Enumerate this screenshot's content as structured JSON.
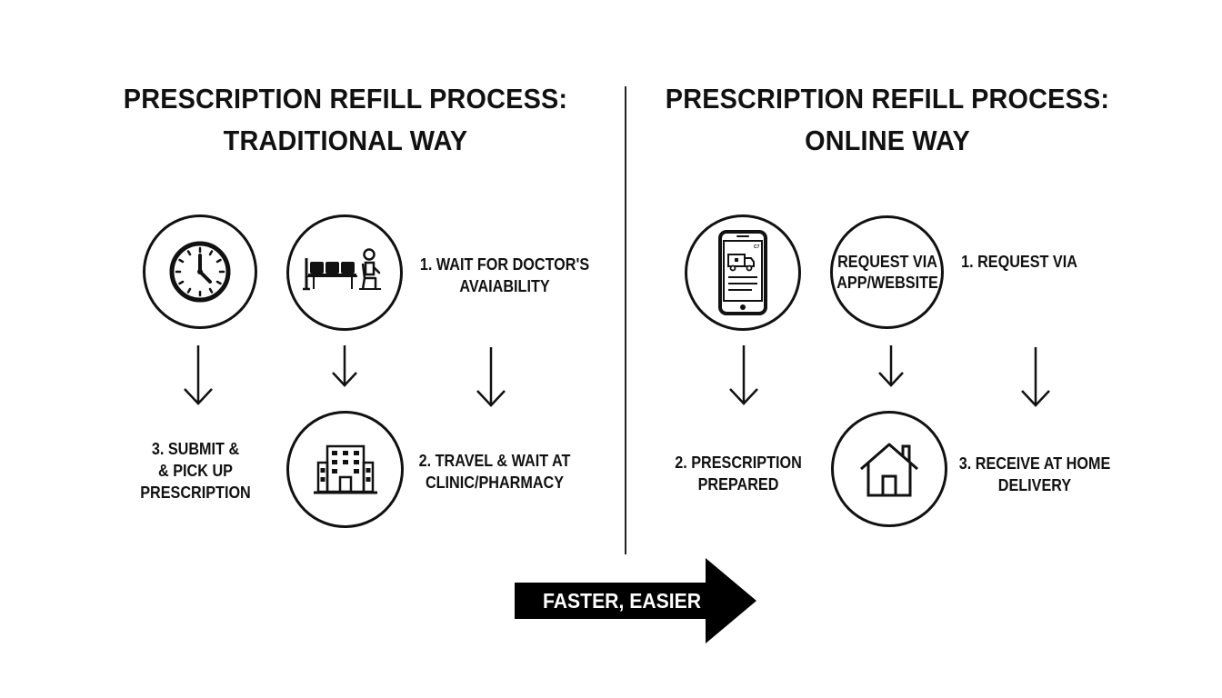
{
  "left": {
    "title_line1": "PRESCRIPTION REFILL PROCESS:",
    "title_line2": "TRADITIONAL WAY",
    "step1_line1": "1. WAIT FOR DOCTOR'S",
    "step1_line2": "AVAIABILITY",
    "step2_line1": "2. TRAVEL & WAIT AT",
    "step2_line2": "CLINIC/PHARMACY",
    "step3_line1": "3. SUBMIT &",
    "step3_line2": "& PICK UP",
    "step3_line3": "PRESCRIPTION",
    "icons": [
      "clock-icon",
      "waiting-room-icon",
      "building-icon"
    ]
  },
  "right": {
    "title_line1": "PRESCRIPTION REFILL PROCESS:",
    "title_line2": "ONLINE WAY",
    "circle_text_line1": "REQUEST VIA",
    "circle_text_line2": "APP/WEBSITE",
    "step1": "1. REQUEST VIA",
    "step2_line1": "2. PRESCRIPTION",
    "step2_line2": "PREPARED",
    "step3_line1": "3. RECEIVE AT HOME",
    "step3_line2": "DELIVERY",
    "icons": [
      "phone-delivery-icon",
      "house-icon"
    ]
  },
  "banner": {
    "label": "FASTER, EASIER",
    "color": "#000000",
    "text_color": "#ffffff"
  }
}
